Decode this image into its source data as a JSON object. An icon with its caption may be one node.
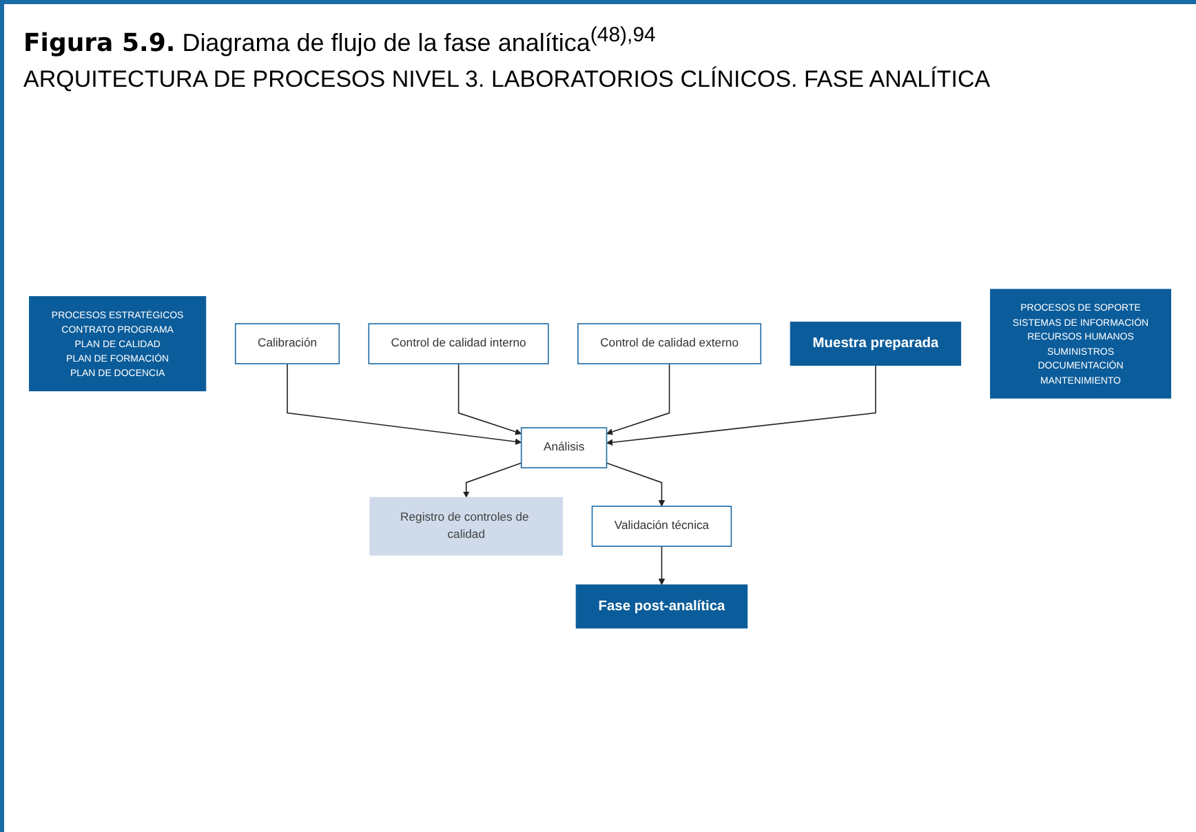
{
  "diagram": {
    "title": "**Figura 5.9.** Diagrama de flujo de la fase analítica$^{(48),94}$",
    "nodes": [
      {
        "text": [
          "PROCESOS ESTRATÉGICOS",
          "CONTRATO PROGRAMA",
          "PLAN DE CALIDAD",
          "PLAN DE FORMACIÓN",
          "PLAN DE DOCENCIA"
        ]
      },
      {
        "text": [
          "Calibración"
        ]
      },
      {
        "text": [
          "Control de calidad interno"
        ]
      },
      {
        "text": [
          "Control de calidad externo"
        ]
      },
      {
        "text": [
          "Muestra preparada"
        ]
      },
      {
        "text": [
          "Análisis"
        ]
      },
      {
        "text": [
          "Registro de controles de calidad"
        ]
      },
      {
        "text": [
          "Validación técnica"
        ]
      },
      {
        "text": [
          "Fase post-analítica"
        ]
      },
      {
        "text": [
          "PROCESOS DE SOPORTE",
          "SISTEMAS DE INFORMACIÓN",
          "RECURSOS HUMANOS",
          "SUMINISTROS",
          "DOCUMENTACIÓN",
          "MANTENIMIENTO"
        ]
      }
    ],
    "edges": [
      {
        "from": 1,
        "to": 5,
        "arrow": "to"
      },
      {
        "from": 2,
        "to": 5,
        "arrow": "to"
      },
      {
        "from": 3,
        "to": 5,
        "arrow": "to"
      },
      {
        "from": 4,
        "to": 5,
        "arrow": "to"
      },
      {
        "from": 5,
        "to": 6,
        "arrow": "to"
      },
      {
        "from": 5,
        "to": 7,
        "arrow": "to"
      },
      {
        "from": 7,
        "to": 8,
        "arrow": "to"
      }
    ],
    "labels": [
      "ARQUITECTURA DE PROCESOS NIVEL 3. LABORATORIOS CLÍNICOS. FASE ANALÍTICA"
    ]
  }
}
